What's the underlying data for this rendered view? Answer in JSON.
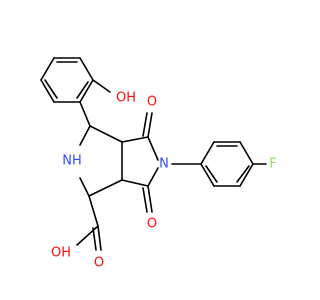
{
  "molecule": {
    "colors": {
      "bond": "#000000",
      "oxygen": "#ff0d0d",
      "nitrogen": "#3050f8",
      "fluorine": "#90e050"
    },
    "labels": {
      "hydroxyl_top": "OH",
      "carbonyl_top": "O",
      "carbonyl_bottom": "O",
      "imide_n": "N",
      "amine_nh": "NH",
      "fluorine": "F",
      "acid_oh": "OH",
      "acid_o": "O"
    }
  }
}
